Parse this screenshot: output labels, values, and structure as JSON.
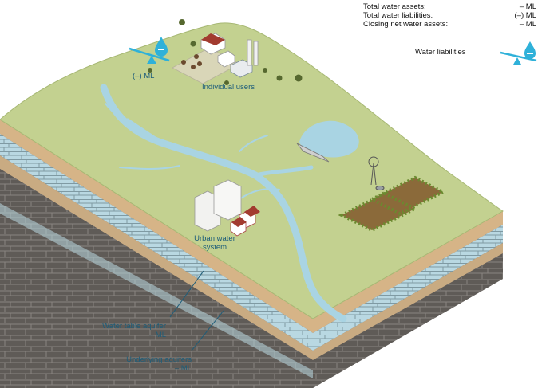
{
  "summary": {
    "rows": [
      {
        "label": "Total water assets:",
        "value": "– ML"
      },
      {
        "label": "Total water liabilities:",
        "value": "(–) ML"
      },
      {
        "label": "Closing net water assets:",
        "value": "– ML"
      }
    ]
  },
  "legend": {
    "water_liabilities": "Water liabilities"
  },
  "labels": {
    "left_balance_value": "(–) ML",
    "individual_users": "Individual users",
    "urban_line1": "Urban water",
    "urban_line2": "system",
    "water_table_aquifer": "Water table aquifer",
    "water_table_value": "– ML",
    "underlying_aquifers": "Underlying aquifers",
    "underlying_value": "– ML"
  },
  "colors": {
    "land": "#c2d08e",
    "soil": "#d8b78a",
    "rock_dark": "#5e5a55",
    "aquifer": "#b6d6e0",
    "water": "#a9d4e3",
    "accent": "#2fb1d9"
  }
}
